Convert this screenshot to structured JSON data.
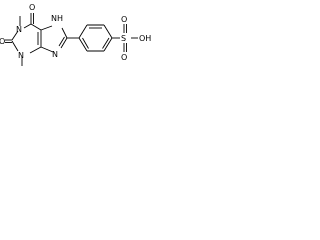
{
  "structure": {
    "atoms": {
      "o_top": "O",
      "nh": "NH",
      "n1": "N",
      "o_left": "O",
      "n3": "N",
      "n9": "N",
      "s": "S",
      "o_s_top": "O",
      "o_s_bottom": "O",
      "oh": "OH"
    }
  }
}
